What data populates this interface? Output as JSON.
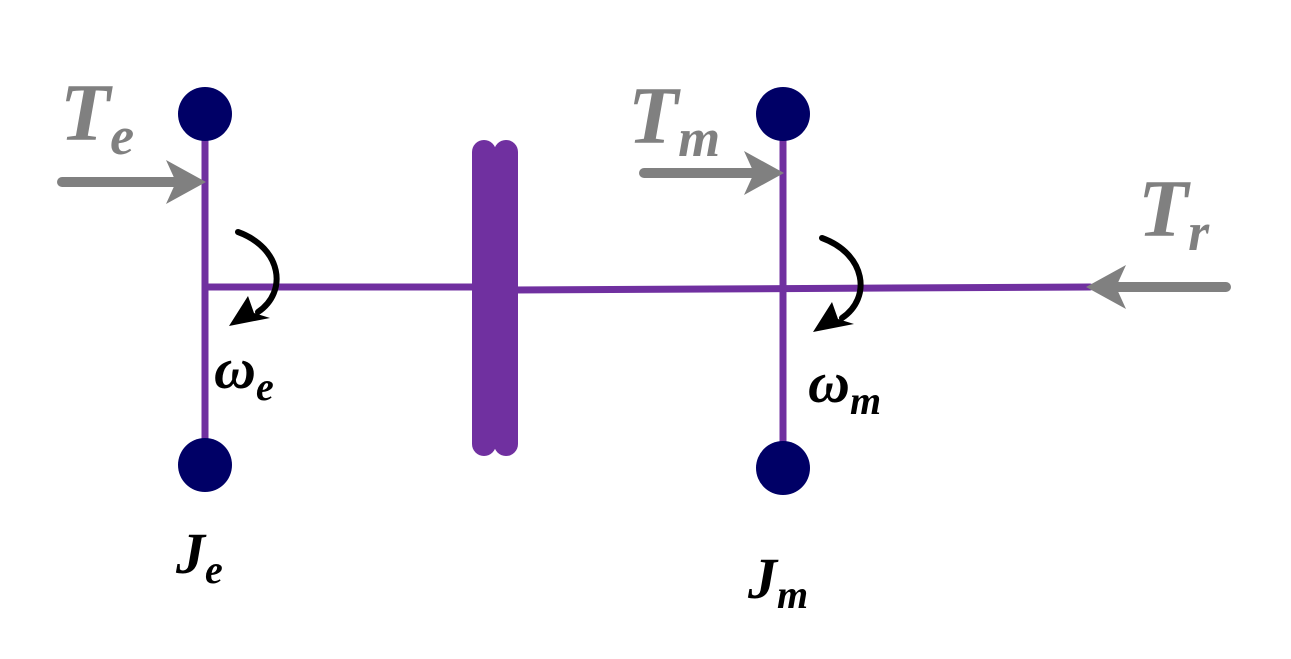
{
  "colors": {
    "shaft": "#7030A0",
    "mass": "#000066",
    "torque_arrow": "#808080",
    "rotation_arrow": "#000000",
    "background": "#FFFFFF"
  },
  "labels": {
    "Te": {
      "base": "T",
      "sub": "e"
    },
    "Tm": {
      "base": "T",
      "sub": "m"
    },
    "Tr": {
      "base": "T",
      "sub": "r"
    },
    "omega_e": {
      "base": "ω",
      "sub": "e"
    },
    "omega_m": {
      "base": "ω",
      "sub": "m"
    },
    "Je": {
      "base": "J",
      "sub": "e"
    },
    "Jm": {
      "base": "J",
      "sub": "m"
    }
  },
  "icons": {
    "inertia_mass": "filled-circle",
    "torque": "arrow-right",
    "rotation": "curved-arrow",
    "coupling": "clutch-plate"
  }
}
